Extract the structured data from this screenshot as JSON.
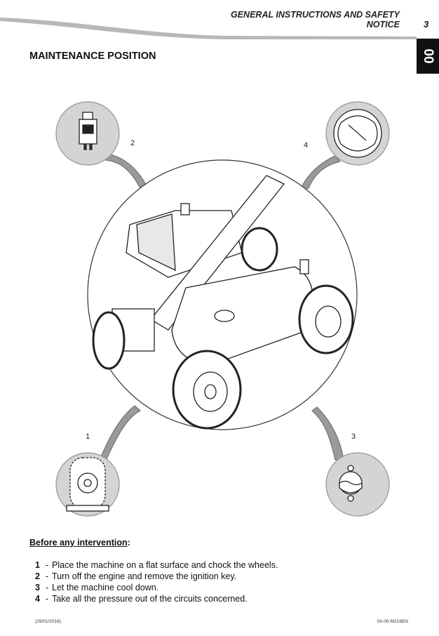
{
  "header": {
    "title_line1": "GENERAL INSTRUCTIONS AND SAFETY",
    "title_line2": "NOTICE",
    "page_number": "3",
    "section_tab": "00"
  },
  "title": "MAINTENANCE POSITION",
  "callouts": [
    "1",
    "2",
    "3",
    "4"
  ],
  "instructions": {
    "heading": "Before any intervention",
    "heading_suffix": ":",
    "items": [
      {
        "num": "1",
        "text": "Place the machine on a flat surface and chock the wheels."
      },
      {
        "num": "2",
        "text": "Turn off the engine and remove the ignition key."
      },
      {
        "num": "3",
        "text": "Let the machine cool down."
      },
      {
        "num": "4",
        "text": "Take all the pressure out of the circuits concerned."
      }
    ]
  },
  "footer": {
    "date": "(29/01/2016)",
    "ref": "00-00-M218EN"
  }
}
